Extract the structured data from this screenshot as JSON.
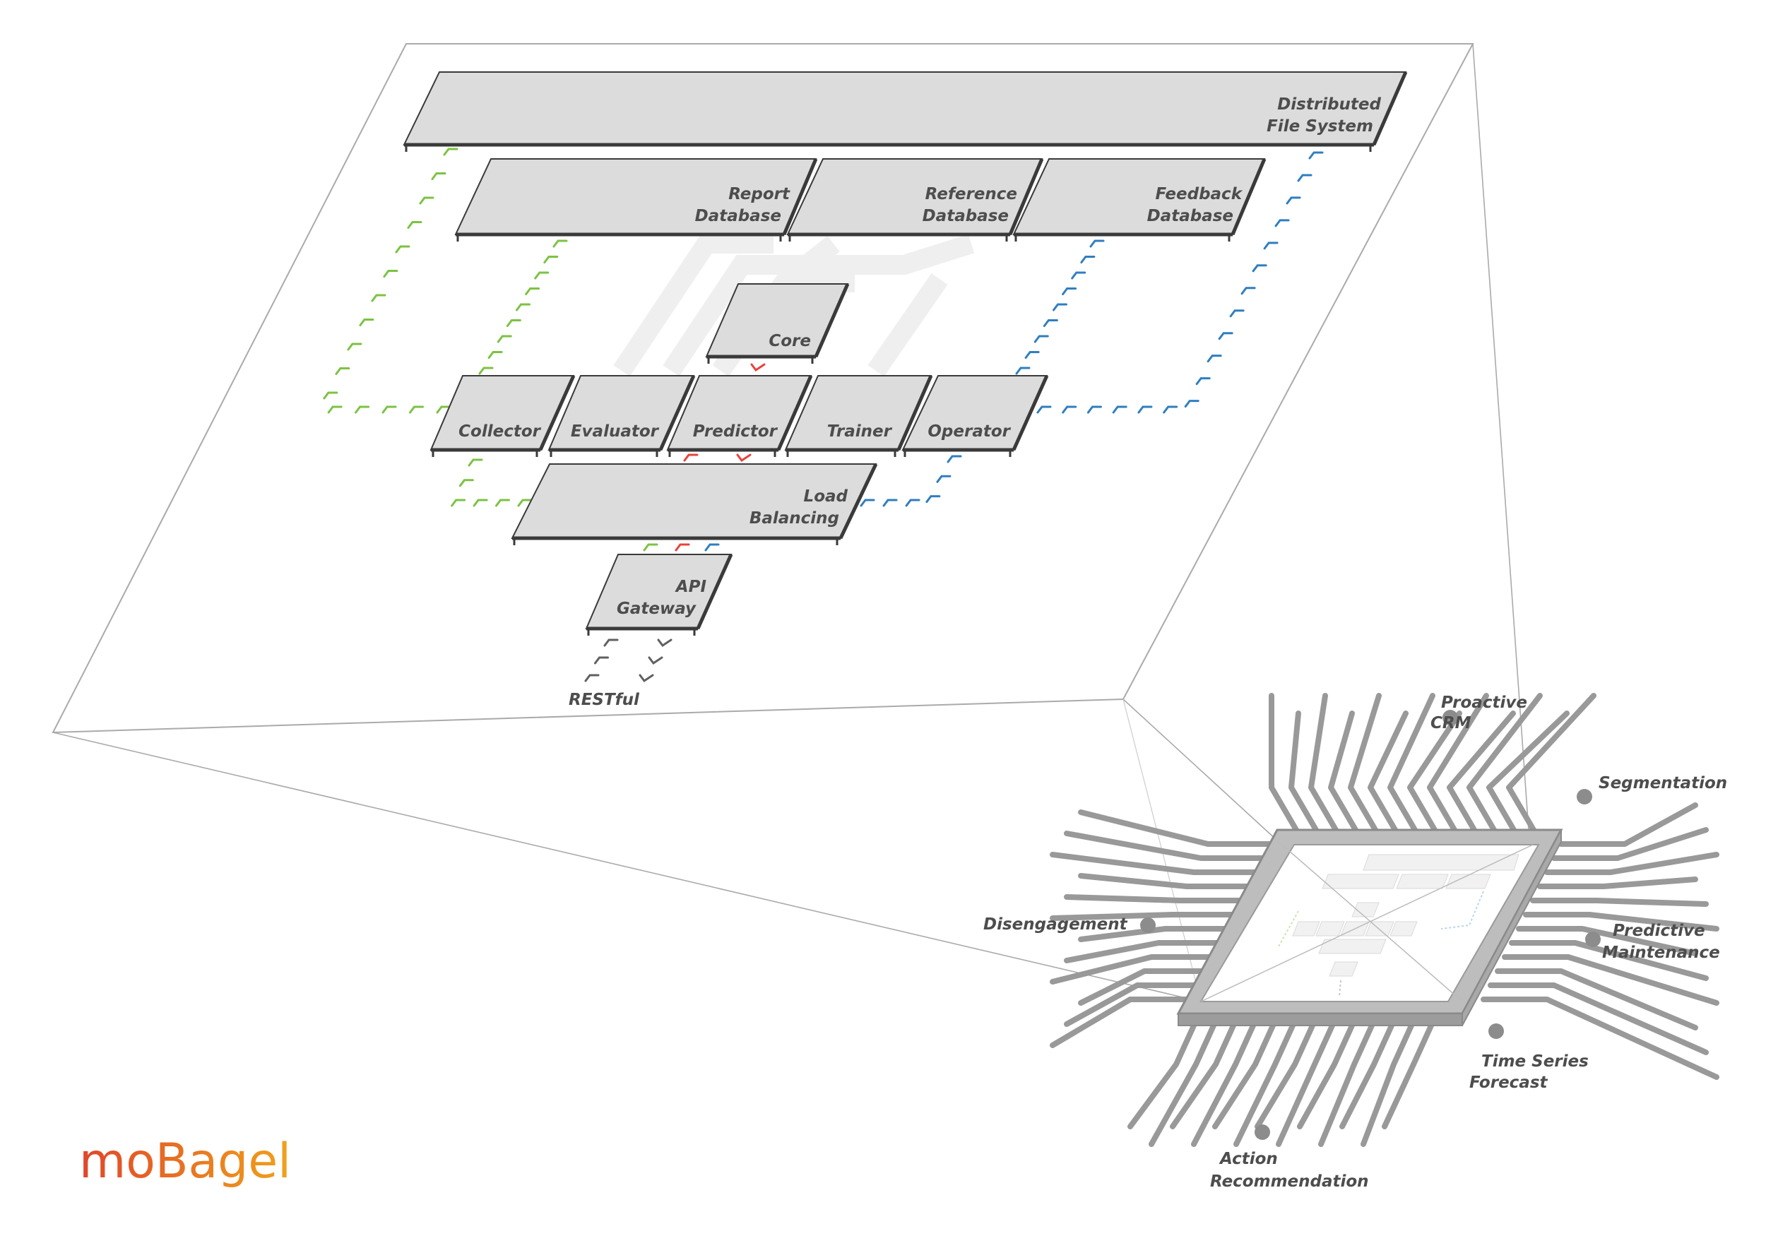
{
  "title": "",
  "colors": {
    "green": "#7cc242",
    "red": "#e8423a",
    "blue": "#2f7ec0",
    "gray": "#606060",
    "box_fill": "#dcdcdc",
    "box_edge": "#3a3a3a",
    "label": "#4d4d4d",
    "logo_start": "#e0452a",
    "logo_end": "#f0a21a"
  },
  "architecture": {
    "distributed_fs": {
      "line1": "Distributed",
      "line2": "File System"
    },
    "report_db": {
      "line1": "Report",
      "line2": "Database"
    },
    "reference_db": {
      "line1": "Reference",
      "line2": "Database"
    },
    "feedback_db": {
      "line1": "Feedback",
      "line2": "Database"
    },
    "core": {
      "line1": "Core"
    },
    "collector": {
      "line1": "Collector"
    },
    "evaluator": {
      "line1": "Evaluator"
    },
    "predictor": {
      "line1": "Predictor"
    },
    "trainer": {
      "line1": "Trainer"
    },
    "operator": {
      "line1": "Operator"
    },
    "load_balancing": {
      "line1": "Load",
      "line2": "Balancing"
    },
    "api_gateway": {
      "line1": "API",
      "line2": "Gateway"
    },
    "restful": "RESTful"
  },
  "applications": {
    "proactive_crm": {
      "line1": "Proactive",
      "line2": "CRM"
    },
    "segmentation": {
      "line1": "Segmentation"
    },
    "disengagement": {
      "line1": "Disengagement"
    },
    "predictive_maintenance": {
      "line1": "Predictive",
      "line2": "Maintenance"
    },
    "time_series_forecast": {
      "line1": "Time Series",
      "line2": "Forecast"
    },
    "action_recommendation": {
      "line1": "Action",
      "line2": "Recommendation"
    }
  },
  "logo": {
    "text": "moBagel"
  }
}
